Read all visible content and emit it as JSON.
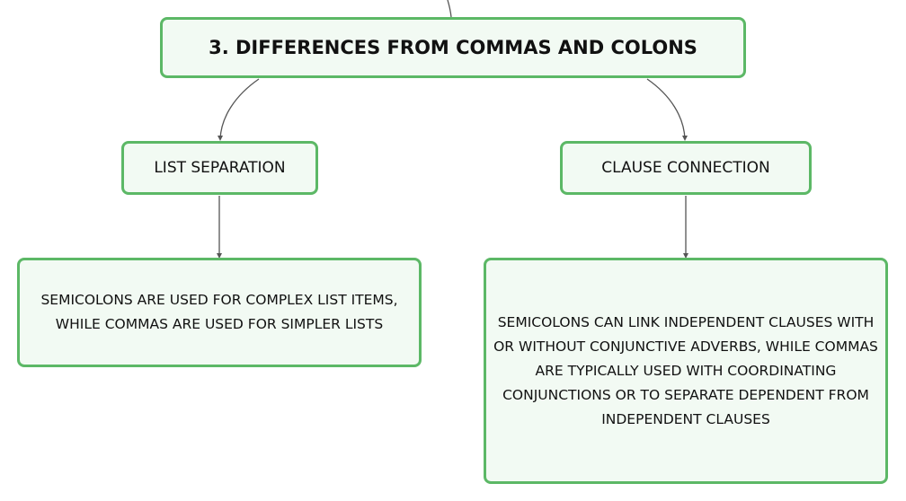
{
  "mindmap": {
    "root": {
      "label": "3. DIFFERENCES FROM COMMAS AND COLONS"
    },
    "branches": [
      {
        "label": "LIST SEPARATION",
        "detail": "SEMICOLONS ARE USED FOR COMPLEX LIST ITEMS, WHILE COMMAS ARE USED FOR SIMPLER LISTS"
      },
      {
        "label": "CLAUSE CONNECTION",
        "detail": "SEMICOLONS CAN LINK INDEPENDENT CLAUSES WITH OR WITHOUT CONJUNCTIVE ADVERBS, WHILE COMMAS ARE TYPICALLY USED WITH COORDINATING CONJUNCTIONS OR TO SEPARATE DEPENDENT FROM INDEPENDENT CLAUSES"
      }
    ]
  },
  "colors": {
    "node_border": "#5cb866",
    "node_fill": "#f2faf3",
    "connector": "#555555"
  }
}
